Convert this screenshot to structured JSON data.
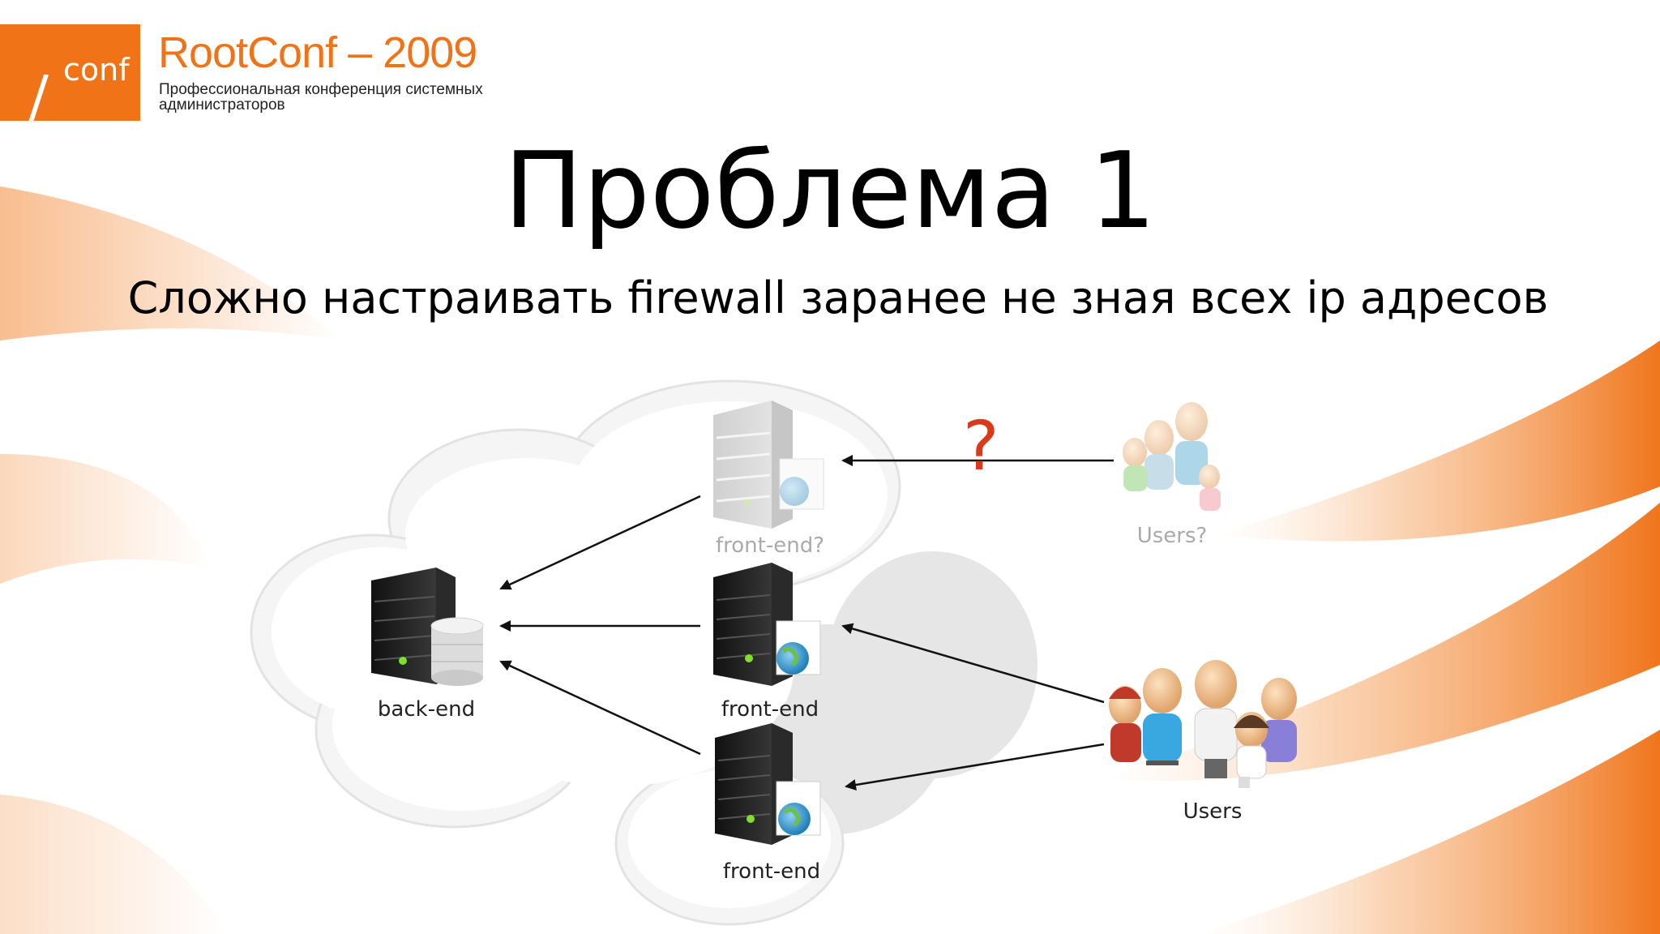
{
  "logo": {
    "mark": "conf",
    "brand": "RootConf – 2009",
    "subtitle": "Профессиональная конференция системных администраторов"
  },
  "slide": {
    "title": "Проблема 1",
    "subtitle": "Сложно настраивать firewall заранее не зная всех ip адресов"
  },
  "diagram": {
    "nodes": {
      "backend": "back-end",
      "frontend_unknown": "front-end?",
      "frontend_1": "front-end",
      "frontend_2": "front-end",
      "users_unknown": "Users?",
      "users": "Users"
    },
    "question_mark": "?"
  },
  "colors": {
    "accent": "#f07318",
    "question": "#d93a1c",
    "faded": "#aaaaaa"
  }
}
